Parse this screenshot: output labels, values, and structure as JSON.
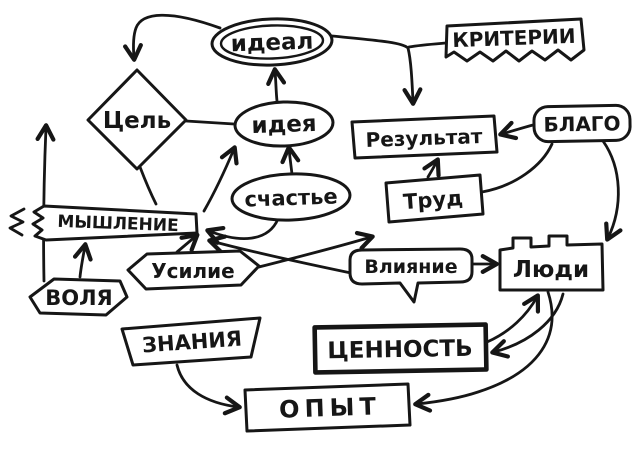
{
  "diagram": {
    "background": "#ffffff",
    "ink": "#161616",
    "nodes": {
      "ideal": {
        "label": "идеал",
        "shape": "double-ellipse"
      },
      "kriterii": {
        "label": "КРИТЕРИИ",
        "shape": "zigzag-banner"
      },
      "tsel": {
        "label": "Цель",
        "shape": "diamond"
      },
      "ideya": {
        "label": "идея",
        "shape": "ellipse"
      },
      "rezultat": {
        "label": "Результат",
        "shape": "rectangle"
      },
      "blago": {
        "label": "БЛАГО",
        "shape": "rounded-rectangle"
      },
      "schaste": {
        "label": "счастье",
        "shape": "ellipse"
      },
      "trud": {
        "label": "Труд",
        "shape": "rectangle"
      },
      "myshlenie": {
        "label": "МЫШЛЕНИЕ",
        "shape": "ribbon"
      },
      "usilie": {
        "label": "Усилие",
        "shape": "hexagon"
      },
      "vliyanie": {
        "label": "Влияние",
        "shape": "speech-bubble"
      },
      "lyudi": {
        "label": "Люди",
        "shape": "brick"
      },
      "volya": {
        "label": "ВОЛЯ",
        "shape": "hexagon"
      },
      "znaniya": {
        "label": "ЗНАНИЯ",
        "shape": "trapezoid"
      },
      "tsennost": {
        "label": "ЦЕННОСТЬ",
        "shape": "rectangle"
      },
      "opyt": {
        "label": "ОПЫТ",
        "shape": "rectangle"
      }
    },
    "edges": [
      {
        "from": "ideal",
        "to": "tsel",
        "arrow": true
      },
      {
        "from": "ideal",
        "to": "rezultat",
        "arrow": true
      },
      {
        "from": "kriterii",
        "to": "rezultat",
        "arrow": false
      },
      {
        "from": "ideya",
        "to": "ideal",
        "arrow": true
      },
      {
        "from": "tsel",
        "to": "ideya",
        "arrow": false
      },
      {
        "from": "schaste",
        "to": "ideya",
        "arrow": true
      },
      {
        "from": "myshlenie",
        "to": "ideya",
        "arrow": true
      },
      {
        "from": "trud",
        "to": "rezultat",
        "arrow": true
      },
      {
        "from": "blago",
        "to": "rezultat",
        "arrow": true
      },
      {
        "from": "trud",
        "to": "blago",
        "arrow": false
      },
      {
        "from": "blago",
        "to": "lyudi",
        "arrow": true
      },
      {
        "from": "vliyanie",
        "to": "lyudi",
        "arrow": true
      },
      {
        "from": "volya",
        "to": "myshlenie",
        "arrow": true
      },
      {
        "from": "volya",
        "to": "tsel",
        "arrow": true
      },
      {
        "from": "tsel",
        "to": "myshlenie",
        "arrow": false
      },
      {
        "from": "schaste",
        "to": "myshlenie",
        "arrow": true
      },
      {
        "from": "usilie",
        "to": "myshlenie",
        "arrow": true
      },
      {
        "from": "vliyanie",
        "to": "myshlenie",
        "arrow": true
      },
      {
        "from": "usilie",
        "to": "trud",
        "arrow": true
      },
      {
        "from": "znaniya",
        "to": "opyt",
        "arrow": true
      },
      {
        "from": "lyudi",
        "to": "opyt",
        "arrow": true
      },
      {
        "from": "tsennost",
        "to": "lyudi",
        "arrow": true
      },
      {
        "from": "lyudi",
        "to": "tsennost",
        "arrow": true
      }
    ]
  }
}
